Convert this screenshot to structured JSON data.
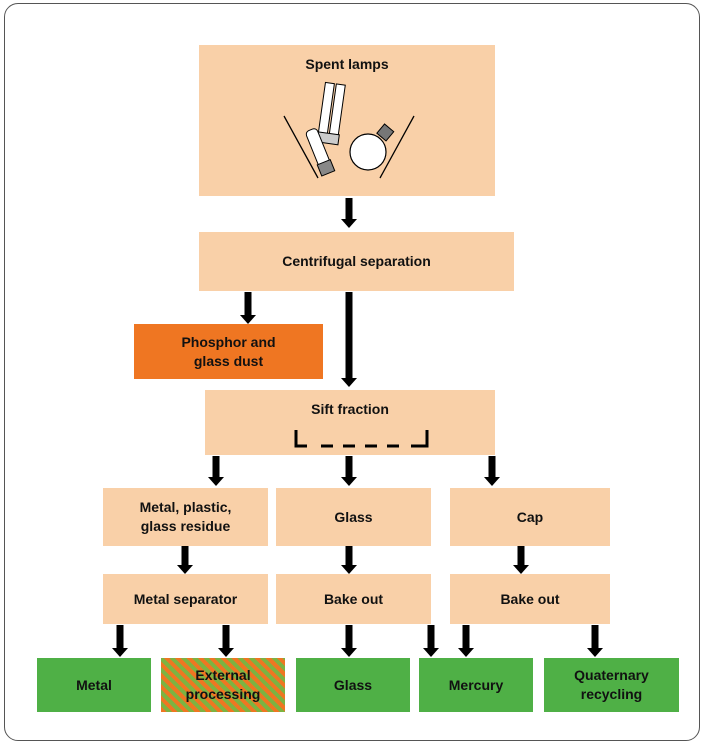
{
  "nodes": {
    "spent_lamps": "Spent lamps",
    "centrifugal_separation": "Centrifugal separation",
    "phosphor_glass_dust": "Phosphor and\nglass dust",
    "sift_fraction": "Sift fraction",
    "metal_plastic_glass": "Metal, plastic,\nglass residue",
    "glass_mid": "Glass",
    "cap": "Cap",
    "metal_separator": "Metal separator",
    "bake_out_1": "Bake out",
    "bake_out_2": "Bake out",
    "out_metal": "Metal",
    "out_external": "External\nprocessing",
    "out_glass": "Glass",
    "out_mercury": "Mercury",
    "out_quaternary": "Quaternary\nrecycling"
  },
  "colors": {
    "process_box": "#f9d0a8",
    "waste_box": "#ef7622",
    "output_box": "#4fb046"
  }
}
